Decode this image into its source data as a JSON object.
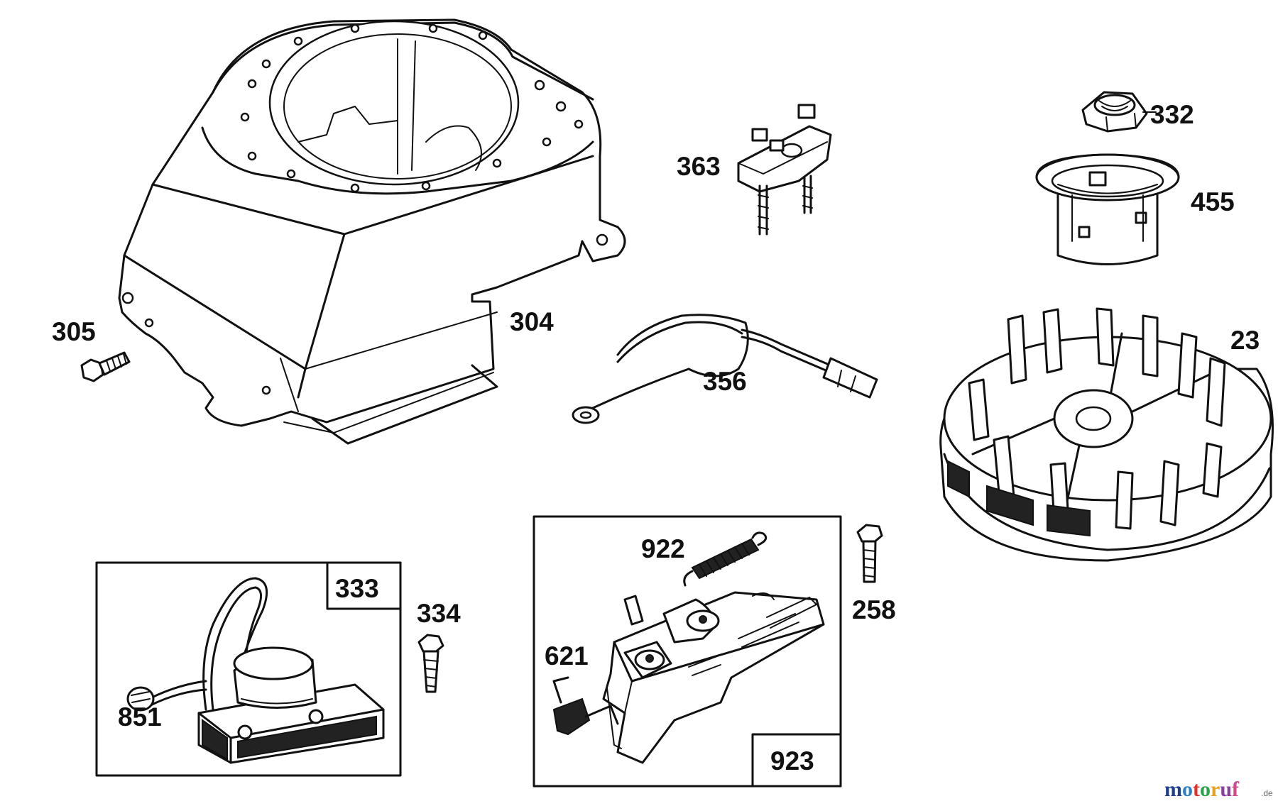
{
  "parts": {
    "p304": "304",
    "p305": "305",
    "p363": "363",
    "p356": "356",
    "p332": "332",
    "p455": "455",
    "p23": "23",
    "p333": "333",
    "p334": "334",
    "p851": "851",
    "p922": "922",
    "p621": "621",
    "p923": "923",
    "p258": "258"
  },
  "watermark": {
    "name": "motoruf",
    "tld": ".de",
    "colors": [
      "#1f3f8f",
      "#2e7fc8",
      "#e0322b",
      "#2aa44a",
      "#e6a21c",
      "#8a3fa0",
      "#d04a8a"
    ]
  }
}
